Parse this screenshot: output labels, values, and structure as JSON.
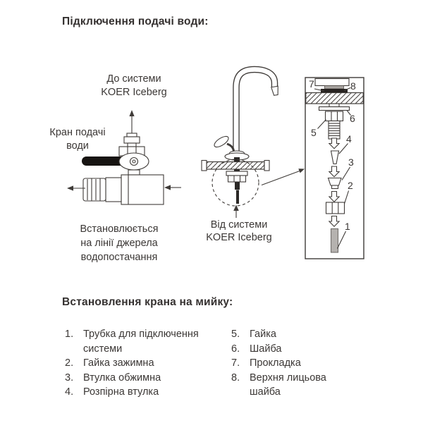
{
  "colors": {
    "text": "#3b3735",
    "line": "#3f3b38",
    "handle_black": "#171412",
    "dark_part": "#2b2826",
    "tube_gray": "#b5b2af"
  },
  "top_section": {
    "title": "Підключення подачі води:"
  },
  "valve": {
    "to_system_label": "До системи\nKOER Iceberg",
    "tap_label": "Кран подачі\nводи",
    "caption": "Встановлюється\nна лінії джерела\nводопостачання"
  },
  "faucet": {
    "from_system_label": "Від системи\nKOER Iceberg"
  },
  "parts_panel": {
    "numbers": [
      "1",
      "2",
      "3",
      "4",
      "5",
      "6",
      "7",
      "8"
    ]
  },
  "bottom_section": {
    "title": "Встановлення крана на мийку:",
    "items_left": [
      {
        "num": "1.",
        "text": "Трубка для підключення\nсистеми"
      },
      {
        "num": "2.",
        "text": "Гайка зажимна"
      },
      {
        "num": "3.",
        "text": "Втулка обжимна"
      },
      {
        "num": "4.",
        "text": "Розпірна втулка"
      }
    ],
    "items_right": [
      {
        "num": "5.",
        "text": "Гайка"
      },
      {
        "num": "6.",
        "text": "Шайба"
      },
      {
        "num": "7.",
        "text": "Прокладка"
      },
      {
        "num": "8.",
        "text": "Верхня лицьова\nшайба"
      }
    ]
  }
}
